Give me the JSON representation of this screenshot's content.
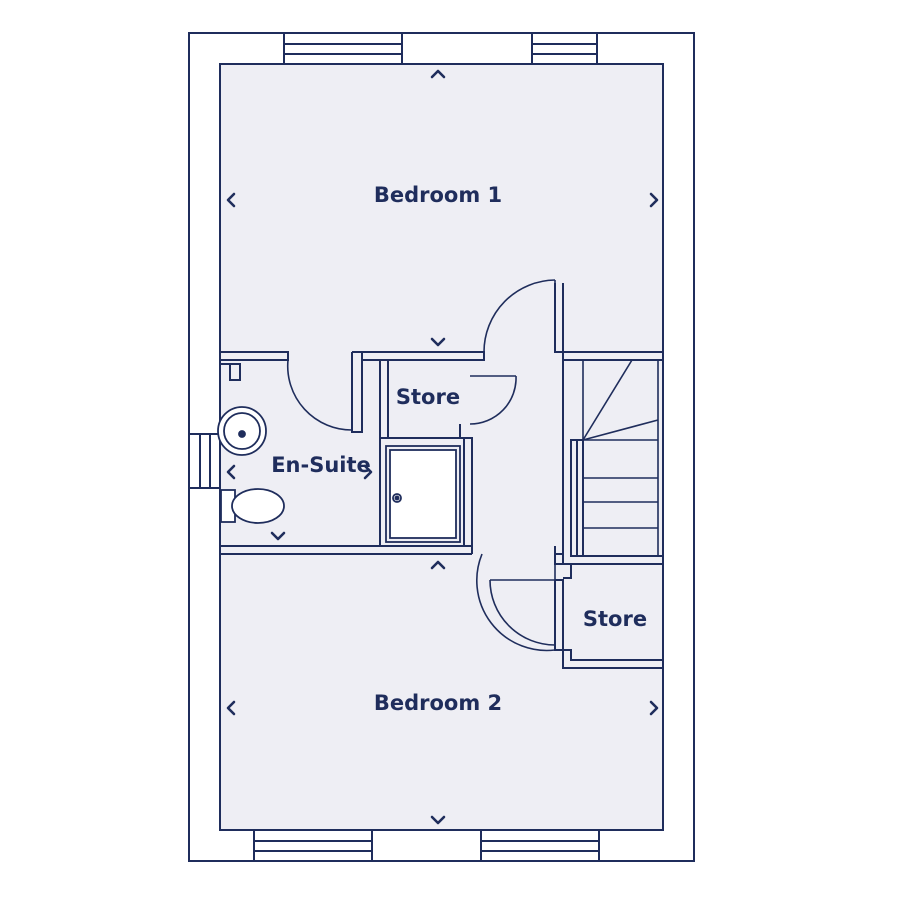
{
  "colors": {
    "wall": "#1f2d5c",
    "floor": "#eeeef4",
    "background": "#ffffff"
  },
  "rooms": {
    "bedroom_1": "Bedroom 1",
    "store_upper": "Store",
    "en_suite": "En-Suite",
    "store_lower": "Store",
    "bedroom_2": "Bedroom 2"
  }
}
